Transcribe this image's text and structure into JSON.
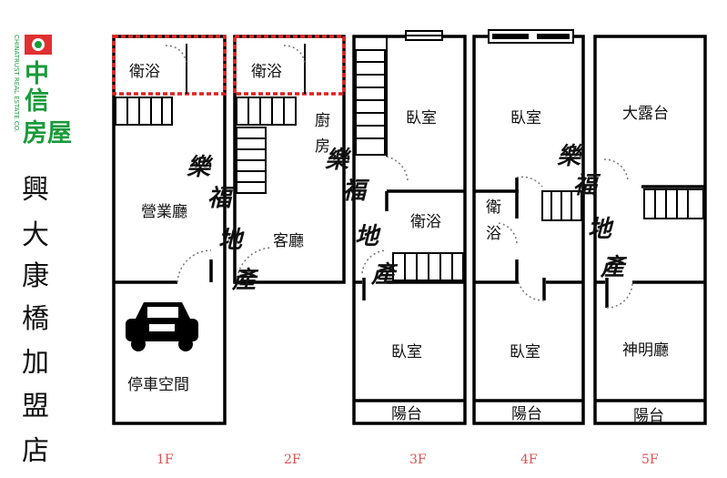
{
  "brand": {
    "name": "中信房屋",
    "name_chars": [
      "中",
      "信",
      "房屋"
    ],
    "english": "CHINATRUST REAL ESTATE CO.",
    "color": "#1a9a3a",
    "accent": "#e03030"
  },
  "store_name_chars": [
    "興",
    "大",
    "康",
    "橋",
    "加",
    "盟",
    "店"
  ],
  "watermark_chars": [
    "樂",
    "福",
    "地",
    "產"
  ],
  "floors": [
    {
      "label": "1F",
      "rooms": [
        "衛浴",
        "營業廳",
        "停車空間"
      ]
    },
    {
      "label": "2F",
      "rooms": [
        "衛浴",
        "廚",
        "房",
        "客廳"
      ]
    },
    {
      "label": "3F",
      "rooms": [
        "臥室",
        "衛浴",
        "臥室",
        "陽台"
      ]
    },
    {
      "label": "4F",
      "rooms": [
        "臥室",
        "衛",
        "浴",
        "臥室",
        "陽台"
      ]
    },
    {
      "label": "5F",
      "rooms": [
        "大露台",
        "神明廳",
        "陽台"
      ]
    }
  ],
  "colors": {
    "highlight_dash": "#e02020",
    "floor_label": "#e05050"
  }
}
